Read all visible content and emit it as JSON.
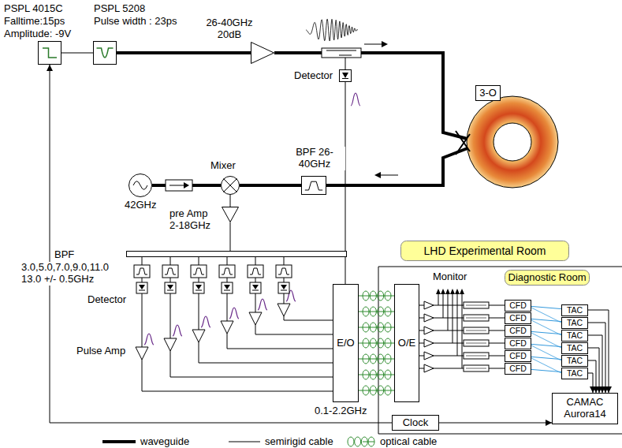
{
  "diagram": {
    "nodes": [
      {
        "text": [
          "PSPL 4015C",
          "Falltime:15ps",
          "Amplitude: -9V"
        ]
      },
      {
        "text": [
          "PSPL 5208",
          "Pulse width : 23ps"
        ]
      },
      {
        "text": [
          "26-40GHz 20dB"
        ]
      },
      {
        "text": [
          "Detector"
        ]
      },
      {
        "text": [
          "3-O"
        ]
      },
      {
        "text": [
          "42GHz"
        ]
      },
      {
        "text": [
          "Mixer"
        ]
      },
      {
        "text": [
          "pre Amp 2-18GHz"
        ]
      },
      {
        "text": [
          "BPF 26-40GHz"
        ]
      },
      {
        "text": [
          "BPF",
          "3.0,5.0,7.0,9.0,11.0 13.0 +/- 0.5GHz"
        ]
      },
      {
        "text": [
          "LHD Experimental Room"
        ]
      },
      {
        "text": [
          "Diagnostic Room"
        ]
      },
      {
        "text": [
          "E/O"
        ]
      },
      {
        "text": [
          "O/E"
        ]
      },
      {
        "text": [
          "CFD"
        ]
      },
      {
        "text": [
          "CFD"
        ]
      },
      {
        "text": [
          "CFD"
        ]
      },
      {
        "text": [
          "CFD"
        ]
      },
      {
        "text": [
          "CFD"
        ]
      },
      {
        "text": [
          "CFD"
        ]
      },
      {
        "text": [
          "TAC"
        ]
      },
      {
        "text": [
          "TAC"
        ]
      },
      {
        "text": [
          "TAC"
        ]
      },
      {
        "text": [
          "TAC"
        ]
      },
      {
        "text": [
          "TAC"
        ]
      },
      {
        "text": [
          "TAC"
        ]
      },
      {
        "text": [
          "Clock"
        ]
      },
      {
        "text": [
          "CAMAC",
          "Aurora14"
        ]
      }
    ],
    "edges": [
      {
        "from": 0,
        "to": 1,
        "arrow": "none"
      },
      {
        "from": 1,
        "to": 2,
        "arrow": "none"
      },
      {
        "from": 5,
        "to": 6,
        "arrow": "none"
      },
      {
        "from": 8,
        "to": 6,
        "arrow": "none"
      },
      {
        "from": 6,
        "to": 7,
        "arrow": "none"
      },
      {
        "from": 7,
        "to": 9,
        "arrow": "none"
      },
      {
        "from": 3,
        "to": 12,
        "arrow": "none"
      },
      {
        "from": 12,
        "to": 13,
        "arrow": "none"
      },
      {
        "from": 13,
        "to": 14,
        "arrow": "none"
      },
      {
        "from": 13,
        "to": 15,
        "arrow": "none"
      },
      {
        "from": 13,
        "to": 16,
        "arrow": "none"
      },
      {
        "from": 13,
        "to": 17,
        "arrow": "none"
      },
      {
        "from": 13,
        "to": 18,
        "arrow": "none"
      },
      {
        "from": 13,
        "to": 19,
        "arrow": "none"
      },
      {
        "from": 14,
        "to": 20,
        "arrow": "none"
      },
      {
        "from": 15,
        "to": 21,
        "arrow": "none"
      },
      {
        "from": 16,
        "to": 22,
        "arrow": "none"
      },
      {
        "from": 17,
        "to": 23,
        "arrow": "none"
      },
      {
        "from": 18,
        "to": 24,
        "arrow": "none"
      },
      {
        "from": 19,
        "to": 25,
        "arrow": "none"
      },
      {
        "from": 20,
        "to": 27,
        "arrow": "to"
      },
      {
        "from": 21,
        "to": 27,
        "arrow": "to"
      },
      {
        "from": 22,
        "to": 27,
        "arrow": "to"
      },
      {
        "from": 23,
        "to": 27,
        "arrow": "to"
      },
      {
        "from": 24,
        "to": 27,
        "arrow": "to"
      },
      {
        "from": 25,
        "to": 27,
        "arrow": "to"
      },
      {
        "from": 26,
        "to": 27,
        "arrow": "to"
      },
      {
        "from": 26,
        "to": 0,
        "arrow": "to"
      }
    ],
    "labels": [
      "Detector",
      "Pulse Amp",
      "Monitor",
      "0.1-2.2GHz"
    ],
    "legend": [
      {
        "text": "waveguide"
      },
      {
        "text": "semirigid cable"
      },
      {
        "text": "optical cable"
      }
    ]
  }
}
